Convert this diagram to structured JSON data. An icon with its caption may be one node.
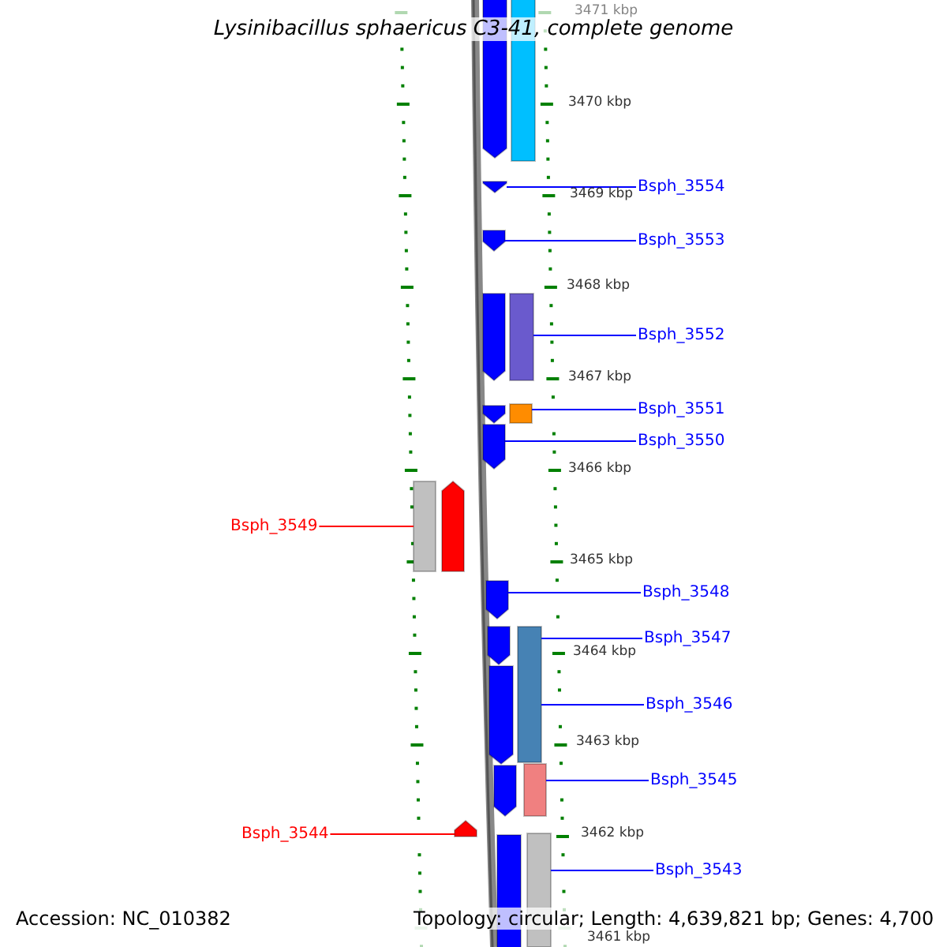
{
  "diagram": {
    "title": "Lysinibacillus sphaericus C3-41, complete genome",
    "nodes": [
      {
        "text": [
          "Bsph_3554"
        ]
      },
      {
        "text": [
          "Bsph_3553"
        ]
      },
      {
        "text": [
          "Bsph_3552"
        ]
      },
      {
        "text": [
          "Bsph_3551"
        ]
      },
      {
        "text": [
          "Bsph_3550"
        ]
      },
      {
        "text": [
          "Bsph_3549"
        ]
      },
      {
        "text": [
          "Bsph_3548"
        ]
      },
      {
        "text": [
          "Bsph_3547"
        ]
      },
      {
        "text": [
          "Bsph_3546"
        ]
      },
      {
        "text": [
          "Bsph_3545"
        ]
      },
      {
        "text": [
          "Bsph_3544"
        ]
      },
      {
        "text": [
          "Bsph_3543"
        ]
      },
      {
        "text": [],
        "shape": "pentagon"
      },
      {
        "text": [],
        "shape": "bar"
      },
      {
        "text": [],
        "shape": "pentagon"
      },
      {
        "text": [],
        "shape": "pentagon"
      },
      {
        "text": [],
        "shape": "pentagon"
      },
      {
        "text": [],
        "shape": "bar"
      },
      {
        "text": [],
        "shape": "pentagon"
      },
      {
        "text": [],
        "shape": "bar"
      },
      {
        "text": [],
        "shape": "pentagon"
      },
      {
        "text": [],
        "shape": "bar"
      },
      {
        "text": [],
        "shape": "pentagon"
      },
      {
        "text": [],
        "shape": "pentagon"
      },
      {
        "text": [],
        "shape": "pentagon"
      },
      {
        "text": [],
        "shape": "bar"
      },
      {
        "text": [],
        "shape": "pentagon"
      },
      {
        "text": [],
        "shape": "pentagon"
      },
      {
        "text": [],
        "shape": "bar"
      },
      {
        "text": [],
        "shape": "pentagon"
      },
      {
        "text": [],
        "shape": "bar"
      },
      {
        "text": [],
        "shape": "bar"
      }
    ],
    "edges": [
      {
        "from": 0,
        "to": 14,
        "arrow": "none"
      },
      {
        "from": 1,
        "to": 15,
        "arrow": "none"
      },
      {
        "from": 2,
        "to": 17,
        "arrow": "none"
      },
      {
        "from": 3,
        "to": 19,
        "arrow": "none"
      },
      {
        "from": 4,
        "to": 20,
        "arrow": "none"
      },
      {
        "from": 5,
        "to": 21,
        "arrow": "none",
        "color": "#ff0000"
      },
      {
        "from": 6,
        "to": 23,
        "arrow": "none"
      },
      {
        "from": 7,
        "to": 25,
        "arrow": "none"
      },
      {
        "from": 8,
        "to": 25,
        "arrow": "none"
      },
      {
        "from": 9,
        "to": 28,
        "arrow": "none"
      },
      {
        "from": 10,
        "to": 29,
        "arrow": "none",
        "color": "#ff0000"
      },
      {
        "from": 11,
        "to": 31,
        "arrow": "none"
      }
    ],
    "labels": [
      "3471 kbp",
      "3470 kbp",
      "3469 kbp",
      "3468 kbp",
      "3467 kbp",
      "3466 kbp",
      "3465 kbp",
      "3464 kbp",
      "3463 kbp",
      "3462 kbp",
      "3461 kbp",
      "Accession: NC_010382",
      "Topology: circular; Length: 4,639,821 bp; Genes: 4,700"
    ]
  }
}
